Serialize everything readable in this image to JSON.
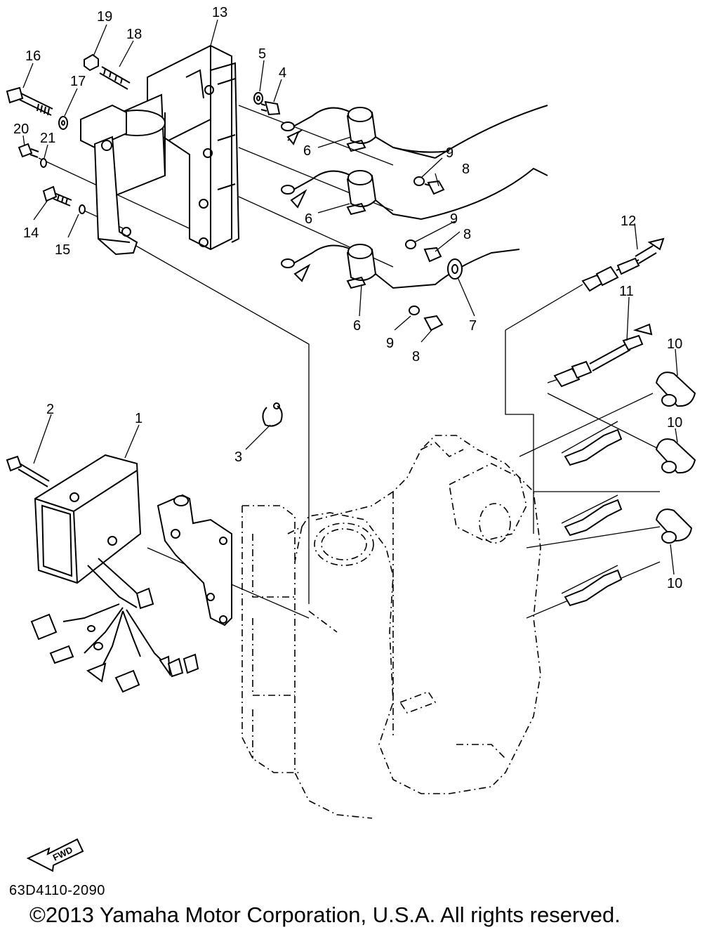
{
  "diagram": {
    "code": "63D4110-2090",
    "copyright": "©2013 Yamaha Motor Corporation, U.S.A. All rights reserved.",
    "fwd_label": "FWD",
    "callouts": {
      "c1": "1",
      "c2": "2",
      "c3": "3",
      "c4": "4",
      "c5": "5",
      "c6a": "6",
      "c6b": "6",
      "c6c": "6",
      "c7": "7",
      "c8a": "8",
      "c8b": "8",
      "c8c": "8",
      "c9a": "9",
      "c9b": "9",
      "c9c": "9",
      "c10a": "10",
      "c10b": "10",
      "c10c": "10",
      "c11": "11",
      "c12": "12",
      "c13": "13",
      "c14": "14",
      "c15": "15",
      "c16": "16",
      "c17": "17",
      "c18": "18",
      "c19": "19",
      "c20": "20",
      "c21": "21"
    }
  }
}
